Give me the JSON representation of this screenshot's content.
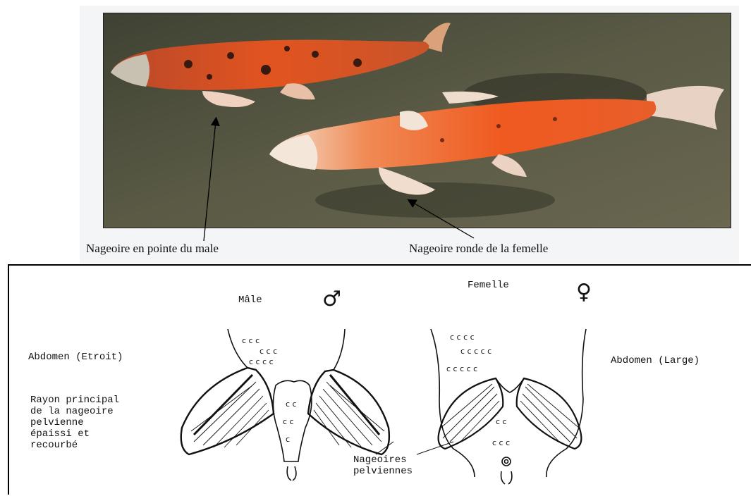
{
  "photo": {
    "caption_male": "Nageoire en pointe du male",
    "caption_female": "Nageoire ronde de la femelle"
  },
  "diagram": {
    "male_label": "Mâle",
    "male_symbol": "♂",
    "female_label": "Femelle",
    "female_symbol": "♀",
    "abdomen_narrow": "Abdomen (Etroit)",
    "abdomen_wide": "Abdomen (Large)",
    "ray_lines": [
      "Rayon principal",
      "de la nageoire",
      "pelvienne",
      "épaissi et",
      "recourbé"
    ],
    "pelvic_lines": [
      "Nageoires",
      "pelviennes"
    ]
  },
  "colors": {
    "water": "#4e5040",
    "koi_orange": "#e0521f",
    "koi_white": "#f1d9c8",
    "ink": "#111111"
  }
}
